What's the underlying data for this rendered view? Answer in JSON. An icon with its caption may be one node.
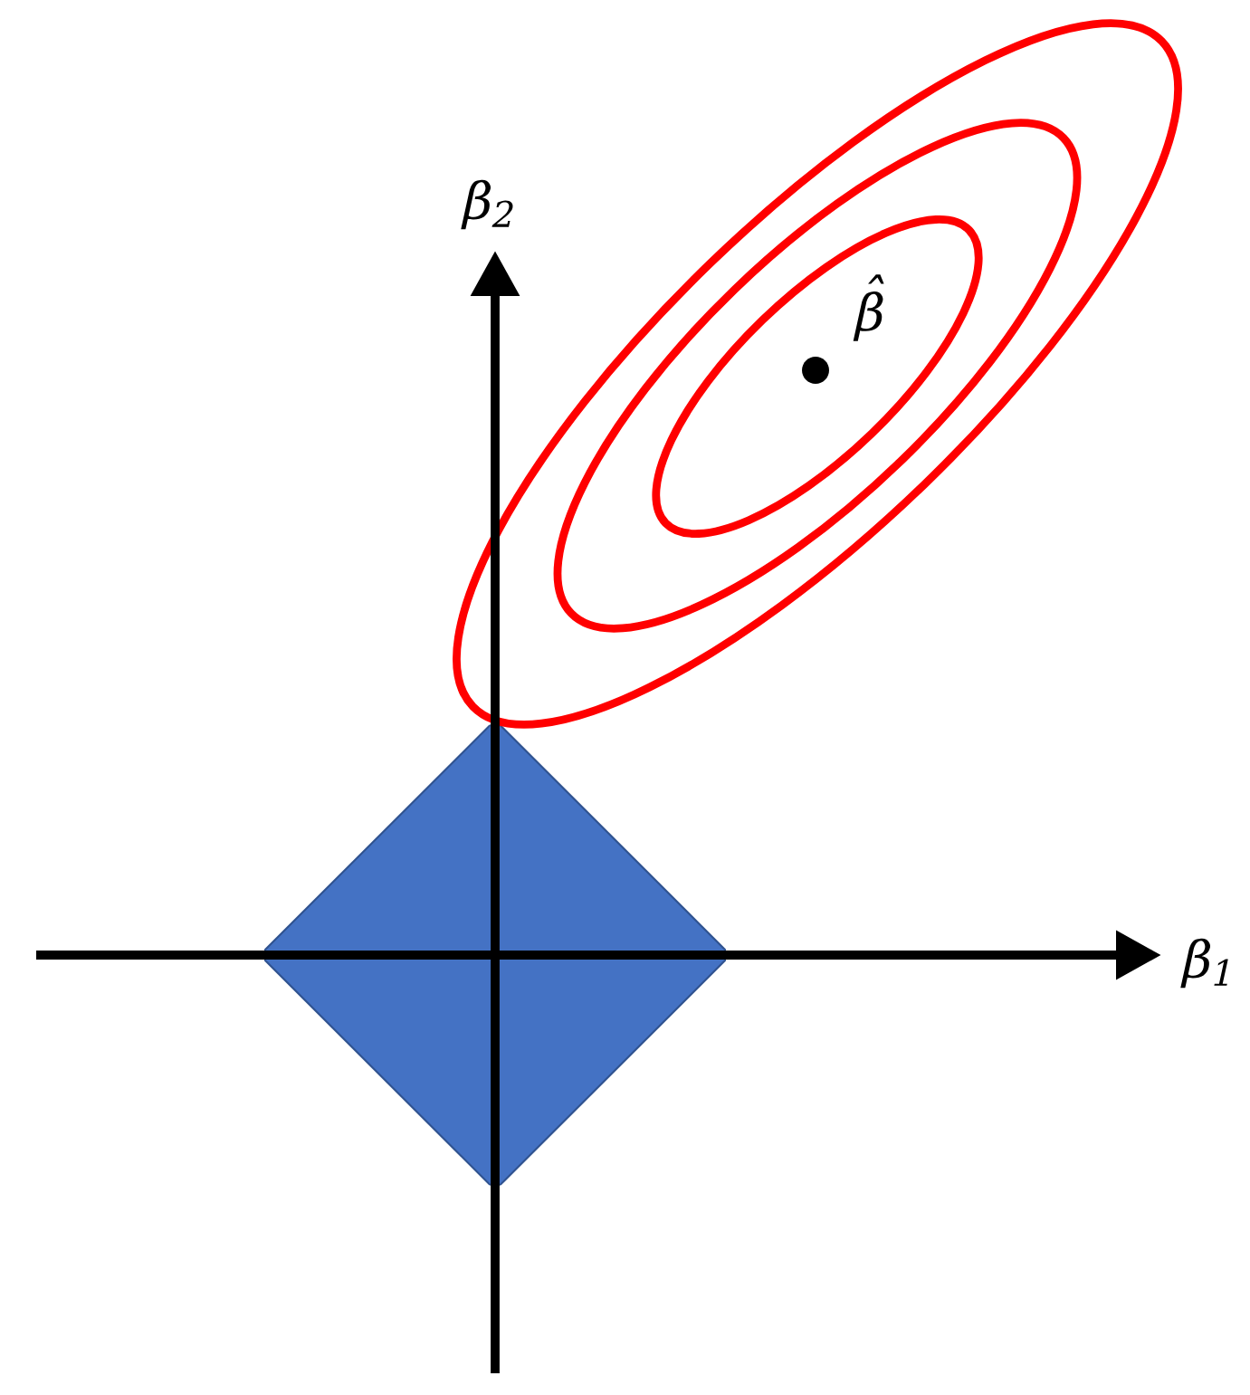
{
  "diagram": {
    "nodes": [
      {
        "text": [],
        "shape": "diamond"
      }
    ],
    "labels": [
      "β$_{2}$",
      "β̂",
      "β$_{1}$"
    ]
  }
}
